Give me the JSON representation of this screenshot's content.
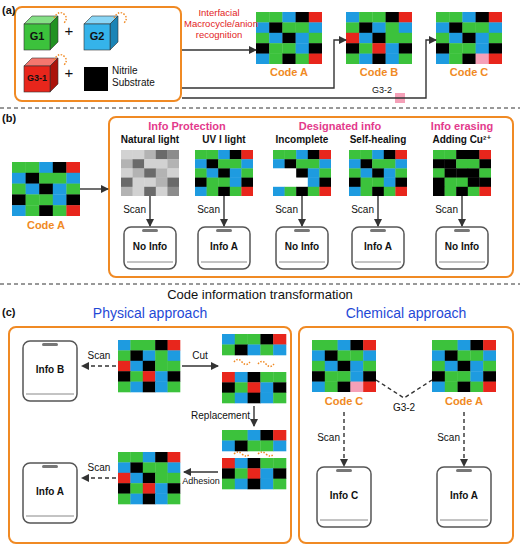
{
  "diagram": {
    "nodes": [
      {
        "text": [
          "(a)"
        ]
      },
      {
        "text": [
          "G1"
        ],
        "in": 0
      },
      {
        "text": [
          "G2"
        ],
        "in": 0
      },
      {
        "text": [
          "G3-1"
        ],
        "in": 0
      },
      {
        "text": [
          "Nitrile Substrate"
        ],
        "in": 0
      },
      {
        "text": [
          "Code A"
        ]
      },
      {
        "text": [
          "Code B"
        ]
      },
      {
        "text": [
          "Code C"
        ]
      },
      {
        "text": [
          "Code A"
        ]
      },
      {
        "text": [
          "Info Protection",
          "Designated info",
          "Info erasing"
        ]
      },
      {
        "text": [
          "Natural light"
        ],
        "in": 9
      },
      {
        "text": [
          "UV l light"
        ],
        "in": 9
      },
      {
        "text": [
          "Incomplete"
        ],
        "in": 9
      },
      {
        "text": [
          "Self-healing"
        ],
        "in": 9
      },
      {
        "text": [
          "Adding Cu²⁺"
        ],
        "in": 9
      },
      {
        "text": [
          "No Info"
        ],
        "in": 9
      },
      {
        "text": [
          "Info A"
        ],
        "in": 9
      },
      {
        "text": [
          "No Info"
        ],
        "in": 9
      },
      {
        "text": [
          "Info A"
        ],
        "in": 9
      },
      {
        "text": [
          "No Info"
        ],
        "in": 9
      },
      {
        "text": [
          "Physical approach"
        ]
      },
      {
        "text": [
          "Info B"
        ],
        "in": 20
      },
      {
        "text": [
          "Info A"
        ],
        "in": 20
      },
      {
        "text": [
          "Chemical approach"
        ]
      },
      {
        "text": [
          "Code C"
        ],
        "in": 23
      },
      {
        "text": [
          "Code A"
        ],
        "in": 23
      },
      {
        "text": [
          "Info C"
        ],
        "in": 23
      },
      {
        "text": [
          "Info A"
        ],
        "in": 23
      }
    ],
    "edges": [
      {
        "from": 0,
        "to": 5,
        "arrow": "to",
        "label": "Interfacial Macrocycle/anion recognition"
      },
      {
        "from": 0,
        "to": 6,
        "arrow": "to"
      },
      {
        "from": 0,
        "to": 7,
        "arrow": "to",
        "label": "G3-2"
      },
      {
        "from": 8,
        "to": 9,
        "arrow": "to"
      },
      {
        "from": 10,
        "to": 15,
        "arrow": "to",
        "label": "Scan"
      },
      {
        "from": 11,
        "to": 16,
        "arrow": "to",
        "label": "Scan"
      },
      {
        "from": 12,
        "to": 17,
        "arrow": "to",
        "label": "Scan"
      },
      {
        "from": 13,
        "to": 18,
        "arrow": "to",
        "label": "Scan"
      },
      {
        "from": 14,
        "to": 19,
        "arrow": "to",
        "label": "Scan"
      },
      {
        "from": 24,
        "to": 25,
        "arrow": "none",
        "label": "G3-2"
      },
      {
        "from": 24,
        "to": 26,
        "arrow": "to",
        "label": "Scan"
      },
      {
        "from": 25,
        "to": 27,
        "arrow": "to",
        "label": "Scan"
      }
    ],
    "labels": [
      "+",
      "+",
      "(b)",
      "Code information transformation",
      "(c)",
      "Scan",
      "Cut",
      "Replacement",
      "Adhesion",
      "Scan"
    ]
  }
}
